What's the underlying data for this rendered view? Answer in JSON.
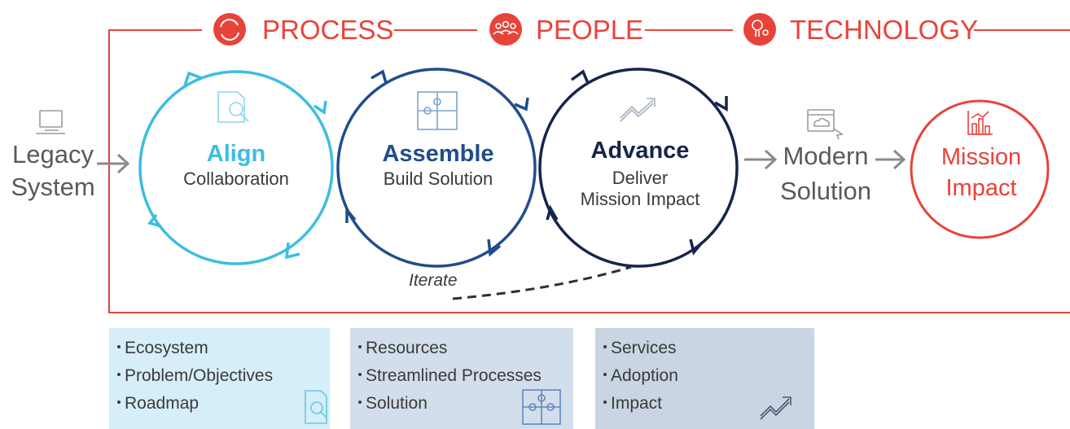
{
  "header": {
    "process_label": "PROCESS",
    "people_label": "PEOPLE",
    "technology_label": "TECHNOLOGY"
  },
  "start": {
    "line1": "Legacy",
    "line2": "System",
    "icon": "computer-icon"
  },
  "cycles": [
    {
      "title": "Align",
      "subtitle": "Collaboration",
      "icon": "document-search-icon",
      "color": "#3dbde1"
    },
    {
      "title": "Assemble",
      "subtitle": "Build Solution",
      "icon": "puzzle-icon",
      "color": "#1f4d8c"
    },
    {
      "title": "Advance",
      "subtitle_line1": "Deliver",
      "subtitle_line2": "Mission Impact",
      "icon": "trend-arrow-icon",
      "color": "#15254a"
    }
  ],
  "iterate_label": "Iterate",
  "modern": {
    "line1": "Modern",
    "line2": "Solution",
    "icon": "cloud-browser-icon"
  },
  "mission": {
    "line1": "Mission",
    "line2": "Impact",
    "icon": "bar-chart-icon"
  },
  "panels": [
    {
      "items": [
        "Ecosystem",
        "Problem/Objectives",
        "Roadmap"
      ],
      "icon": "document-search-icon",
      "bg": "#d5eef7"
    },
    {
      "items": [
        "Resources",
        "Streamlined Processes",
        "Solution"
      ],
      "icon": "puzzle-icon",
      "bg": "#d3deec"
    },
    {
      "items": [
        "Services",
        "Adoption",
        "Impact"
      ],
      "icon": "trend-arrow-icon",
      "bg": "#c9d5e2"
    }
  ],
  "colors": {
    "accent_red": "#e8433a",
    "gray": "#8a8a8a",
    "text_gray": "#5a5a5a"
  }
}
